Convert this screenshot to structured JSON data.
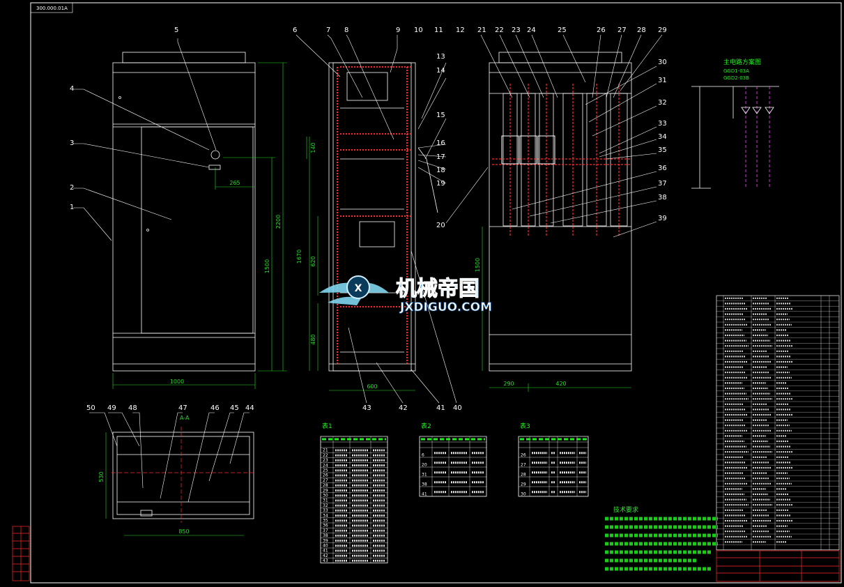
{
  "drawing": {
    "corner_tag": "300.000.01A",
    "part_labels": [
      "1",
      "2",
      "3",
      "4",
      "5",
      "6",
      "7",
      "8",
      "9",
      "10",
      "11",
      "12",
      "13",
      "14",
      "15",
      "16",
      "17",
      "18",
      "19",
      "20",
      "21",
      "22",
      "23",
      "24",
      "25",
      "26",
      "27",
      "28",
      "29",
      "30",
      "31",
      "32",
      "33",
      "34",
      "35",
      "36",
      "37",
      "38",
      "39",
      "40",
      "41",
      "42",
      "43",
      "44",
      "45",
      "46",
      "47",
      "48",
      "49",
      "50"
    ],
    "dimensions": {
      "front_width": "1000",
      "front_height": "2200",
      "front_door": "1500",
      "handle_offset": "265",
      "side_depth": "600",
      "side_140": "140",
      "side_1670": "1670",
      "side_620": "620",
      "side_480": "480",
      "rear_290": "290",
      "rear_420": "420",
      "rear_1500": "1500",
      "plan_width": "850",
      "plan_depth": "530"
    },
    "section_label": "A-A",
    "watermark_cn": "机械帝国",
    "watermark_en": "JXDIGUO.COM",
    "wiring_title": "主电路方案图",
    "wiring_sub1": "GGD1-03A",
    "wiring_sub2": "GGD2-03B",
    "tables": [
      {
        "title": "表1",
        "rows": [
          "21",
          "22",
          "23",
          "24",
          "25",
          "26",
          "27",
          "28",
          "29",
          "30",
          "31",
          "32",
          "33",
          "34",
          "35",
          "36",
          "37",
          "38",
          "39",
          "40",
          "41",
          "42",
          "43"
        ]
      },
      {
        "title": "表2",
        "rows": [
          "6",
          "20",
          "31",
          "38",
          "41"
        ]
      },
      {
        "title": "表3",
        "rows": [
          "26",
          "27",
          "28",
          "29",
          "30"
        ]
      }
    ],
    "notes_title": "技术要求"
  },
  "colors": {
    "line": "#ffffff",
    "dim": "#22dd22",
    "red": "#ff2b2b",
    "magenta": "#ff44ff",
    "yellow": "#ffff33",
    "cyan": "#33ccff"
  }
}
